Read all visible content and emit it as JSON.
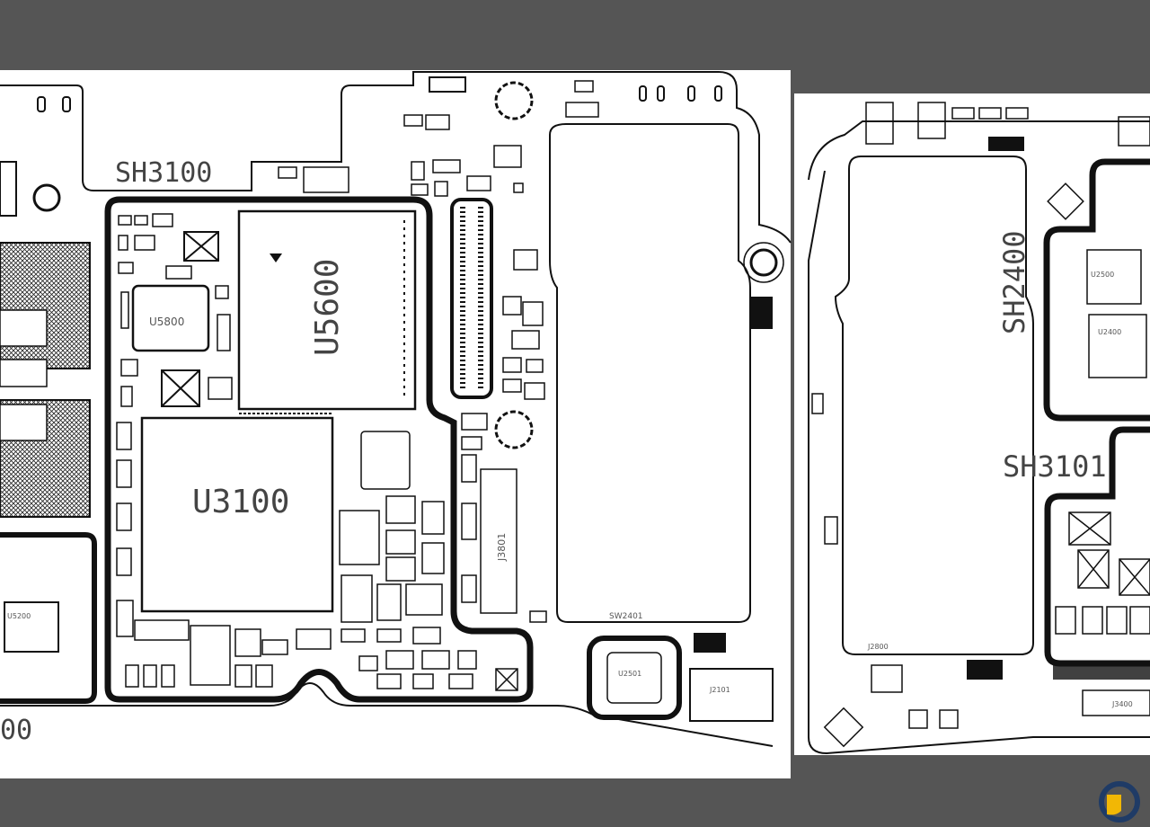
{
  "colors": {
    "background": "#555555",
    "board": "#ffffff",
    "ink": "#111111",
    "label": "#444444",
    "logo_blue": "#1f3b66",
    "logo_yellow": "#f2b705"
  },
  "left_board": {
    "shield_labels": [
      "SH3100",
      "00"
    ],
    "chip_labels": [
      "U5600",
      "U3100",
      "U5800",
      "J3801"
    ],
    "small_labels": [
      "U2501",
      "J2101",
      "SW2401",
      "U5200"
    ]
  },
  "right_board": {
    "shield_labels": [
      "SH2400",
      "SH3101"
    ],
    "small_labels": [
      "J2800",
      "J3400",
      "U2400",
      "U2500"
    ]
  },
  "logo": {
    "icon": "watermark-logo-icon"
  }
}
